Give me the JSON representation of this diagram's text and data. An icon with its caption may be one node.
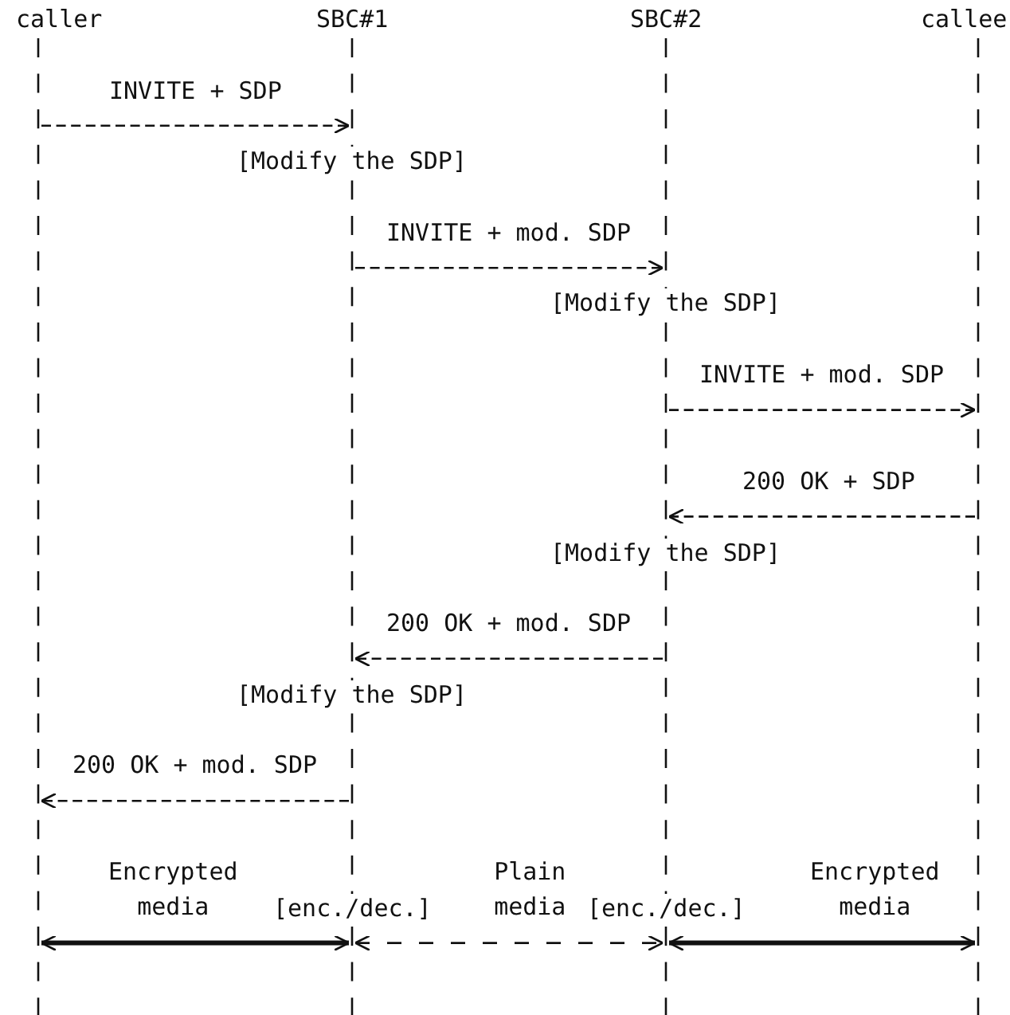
{
  "diagram": {
    "nodes": [
      {
        "text": [
          "caller"
        ]
      },
      {
        "text": [
          "SBC#1"
        ]
      },
      {
        "text": [
          "SBC#2"
        ]
      },
      {
        "text": [
          "callee"
        ]
      }
    ],
    "edges": [
      {
        "from": 0,
        "to": 1,
        "arrow": "to",
        "label": "INVITE + SDP",
        "style": "dashed"
      },
      {
        "from": 1,
        "to": 2,
        "arrow": "to",
        "label": "INVITE + mod. SDP",
        "style": "dashed"
      },
      {
        "from": 2,
        "to": 3,
        "arrow": "to",
        "label": "INVITE + mod. SDP",
        "style": "dashed"
      },
      {
        "from": 3,
        "to": 2,
        "arrow": "to",
        "label": "200 OK + SDP",
        "style": "dashed"
      },
      {
        "from": 2,
        "to": 1,
        "arrow": "to",
        "label": "200 OK + mod. SDP",
        "style": "dashed"
      },
      {
        "from": 1,
        "to": 0,
        "arrow": "to",
        "label": "200 OK + mod. SDP",
        "style": "dashed"
      },
      {
        "from": 0,
        "to": 1,
        "arrow": "both",
        "label": "Encrypted media",
        "style": "thick"
      },
      {
        "from": 1,
        "to": 2,
        "arrow": "both",
        "label": "Plain media",
        "style": "dashed"
      },
      {
        "from": 2,
        "to": 3,
        "arrow": "both",
        "label": "Encrypted media",
        "style": "thick"
      }
    ],
    "labels": [
      "[Modify the SDP]",
      "[Modify the SDP]",
      "[Modify the SDP]",
      "[Modify the SDP]",
      "[enc./dec.]",
      "[enc./dec.]"
    ]
  }
}
